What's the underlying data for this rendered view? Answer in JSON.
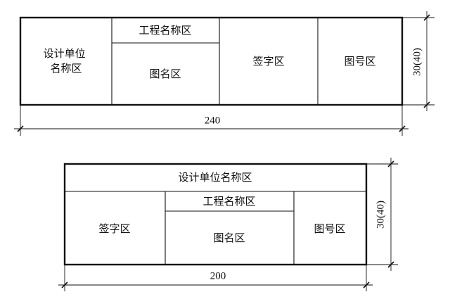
{
  "block_240": {
    "design_unit": [
      "设计单位",
      "名称区"
    ],
    "project_name": "工程名称区",
    "drawing_name": "图名区",
    "signature": "签字区",
    "drawing_number": "图号区",
    "width_dim": "240",
    "height_dim": "30(40)"
  },
  "block_200": {
    "design_unit": "设计单位名称区",
    "signature": "签字区",
    "project_name": "工程名称区",
    "drawing_name": "图名区",
    "drawing_number": "图号区",
    "width_dim": "200",
    "height_dim": "30(40)"
  }
}
